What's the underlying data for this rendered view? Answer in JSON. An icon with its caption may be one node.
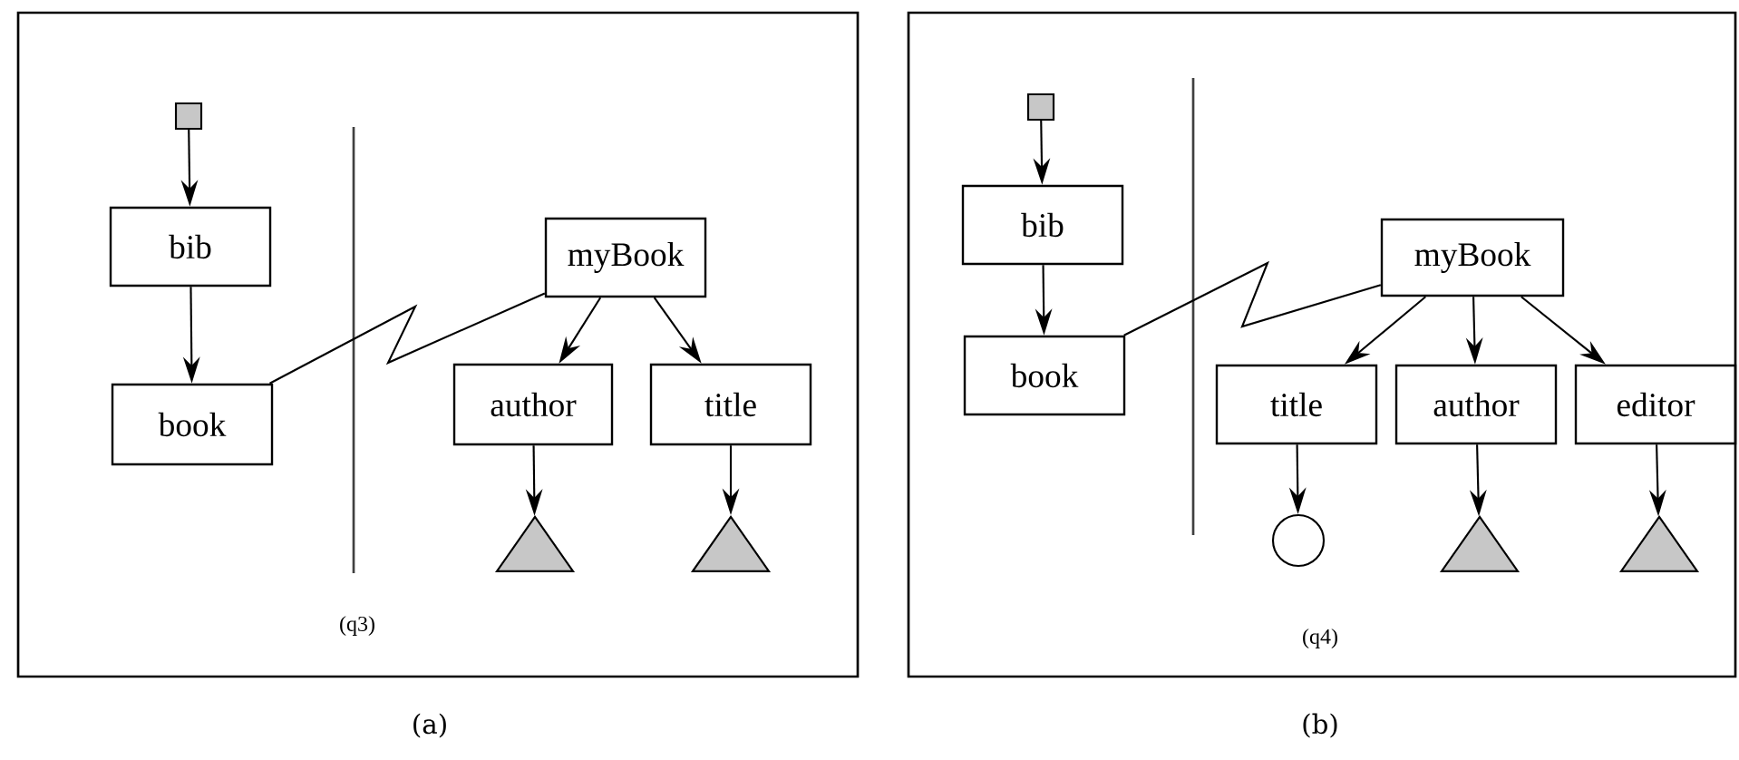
{
  "diagram": {
    "nodes": [
      {
        "text": [
          "(q3)"
        ],
        "beside": [
          "(a)"
        ]
      },
      {
        "text": [],
        "shape": "box",
        "in": 0
      },
      {
        "text": [
          "bib"
        ],
        "in": 0
      },
      {
        "text": [
          "book"
        ],
        "in": 0
      },
      {
        "text": [
          "myBook"
        ],
        "in": 0
      },
      {
        "text": [
          "author"
        ],
        "in": 0
      },
      {
        "text": [
          "title"
        ],
        "in": 0
      },
      {
        "text": [],
        "shape": "triangle",
        "in": 0
      },
      {
        "text": [],
        "shape": "triangle",
        "in": 0
      },
      {
        "text": [
          "(q4)"
        ],
        "beside": [
          "(b)"
        ]
      },
      {
        "text": [],
        "shape": "box",
        "in": 9
      },
      {
        "text": [
          "bib"
        ],
        "in": 9
      },
      {
        "text": [
          "book"
        ],
        "in": 9
      },
      {
        "text": [
          "myBook"
        ],
        "in": 9
      },
      {
        "text": [
          "title"
        ],
        "in": 9
      },
      {
        "text": [
          "author"
        ],
        "in": 9
      },
      {
        "text": [
          "editor"
        ],
        "in": 9
      },
      {
        "text": [],
        "shape": "circle",
        "in": 9
      },
      {
        "text": [],
        "shape": "triangle",
        "in": 9
      },
      {
        "text": [],
        "shape": "triangle",
        "in": 9
      }
    ],
    "edges": [
      {
        "from": 1,
        "to": 2,
        "arrow": "to"
      },
      {
        "from": 2,
        "to": 3,
        "arrow": "to"
      },
      {
        "from": 3,
        "to": 4,
        "arrow": "none"
      },
      {
        "from": 4,
        "to": 5,
        "arrow": "to"
      },
      {
        "from": 4,
        "to": 6,
        "arrow": "to"
      },
      {
        "from": 5,
        "to": 7,
        "arrow": "to"
      },
      {
        "from": 6,
        "to": 8,
        "arrow": "to"
      },
      {
        "from": 10,
        "to": 11,
        "arrow": "to"
      },
      {
        "from": 11,
        "to": 12,
        "arrow": "to"
      },
      {
        "from": 12,
        "to": 13,
        "arrow": "none"
      },
      {
        "from": 13,
        "to": 14,
        "arrow": "to"
      },
      {
        "from": 13,
        "to": 15,
        "arrow": "to"
      },
      {
        "from": 13,
        "to": 16,
        "arrow": "to"
      },
      {
        "from": 14,
        "to": 17,
        "arrow": "to"
      },
      {
        "from": 15,
        "to": 18,
        "arrow": "to"
      },
      {
        "from": 16,
        "to": 19,
        "arrow": "to"
      }
    ]
  }
}
